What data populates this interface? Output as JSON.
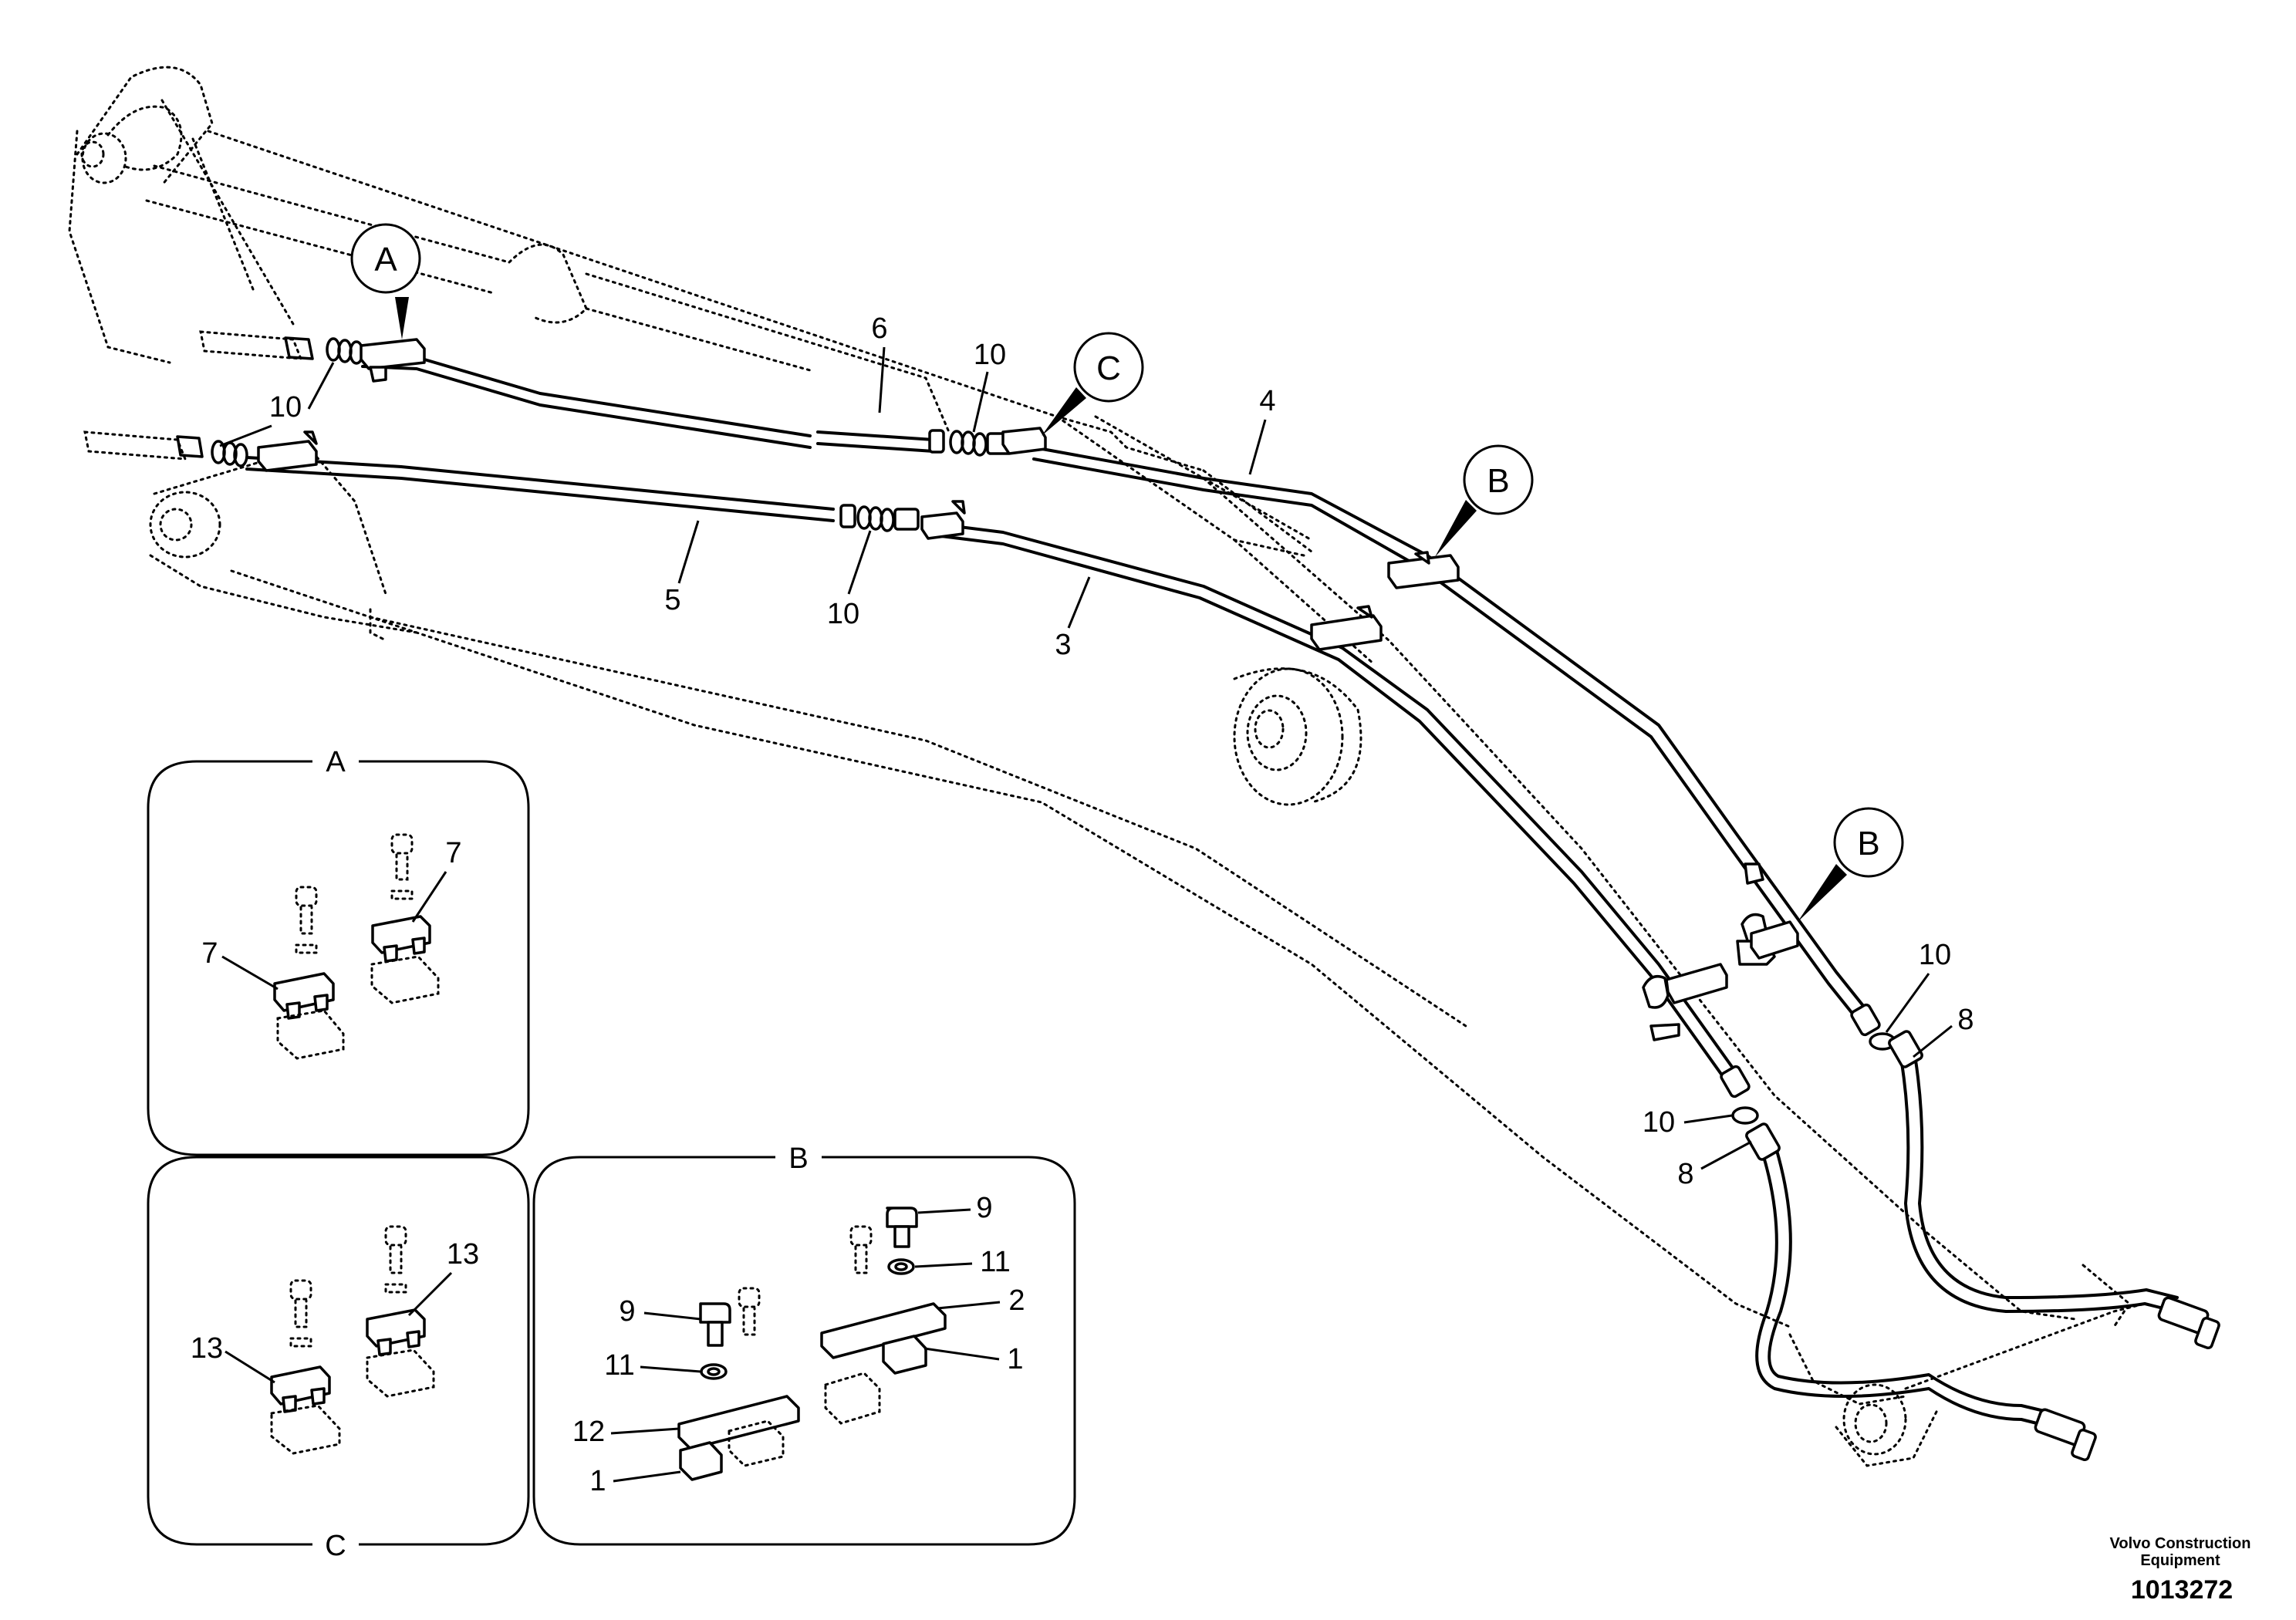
{
  "labels": {
    "p1": "1",
    "p1b": "1",
    "p2": "2",
    "p3": "3",
    "p4": "4",
    "p5": "5",
    "p6": "6",
    "p7a": "7",
    "p7b": "7",
    "p8a": "8",
    "p8b": "8",
    "p9a": "9",
    "p9b": "9",
    "p10a": "10",
    "p10b": "10",
    "p10c": "10",
    "p10d": "10",
    "p10e": "10",
    "p11a": "11",
    "p11b": "11",
    "p12": "12",
    "p13a": "13",
    "p13b": "13"
  },
  "callouts": {
    "a": "A",
    "b1": "B",
    "b2": "B",
    "c": "C"
  },
  "detail_titles": {
    "a": "A",
    "b": "B",
    "c": "C"
  },
  "footer": {
    "company": "Volvo Construction Equipment",
    "doc_number": "1013272"
  }
}
